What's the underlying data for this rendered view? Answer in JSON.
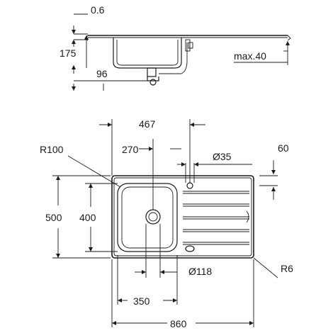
{
  "dimensions": {
    "thickness": "0.6",
    "depth_total": "175",
    "max_thickness": "max.40",
    "bowl_depth": "96",
    "bowl_outer_width": "467",
    "bowl_inner_width": "270",
    "corner_radius_bowl": "R100",
    "tap_hole": "Ø35",
    "tap_offset": "60",
    "depth_overall": "500",
    "bowl_length": "400",
    "waste_diameter": "Ø118",
    "corner_radius_outer": "R6",
    "cutout_width": "350",
    "overall_width": "860"
  },
  "colors": {
    "line": "#1a1a1a",
    "background": "#ffffff"
  }
}
